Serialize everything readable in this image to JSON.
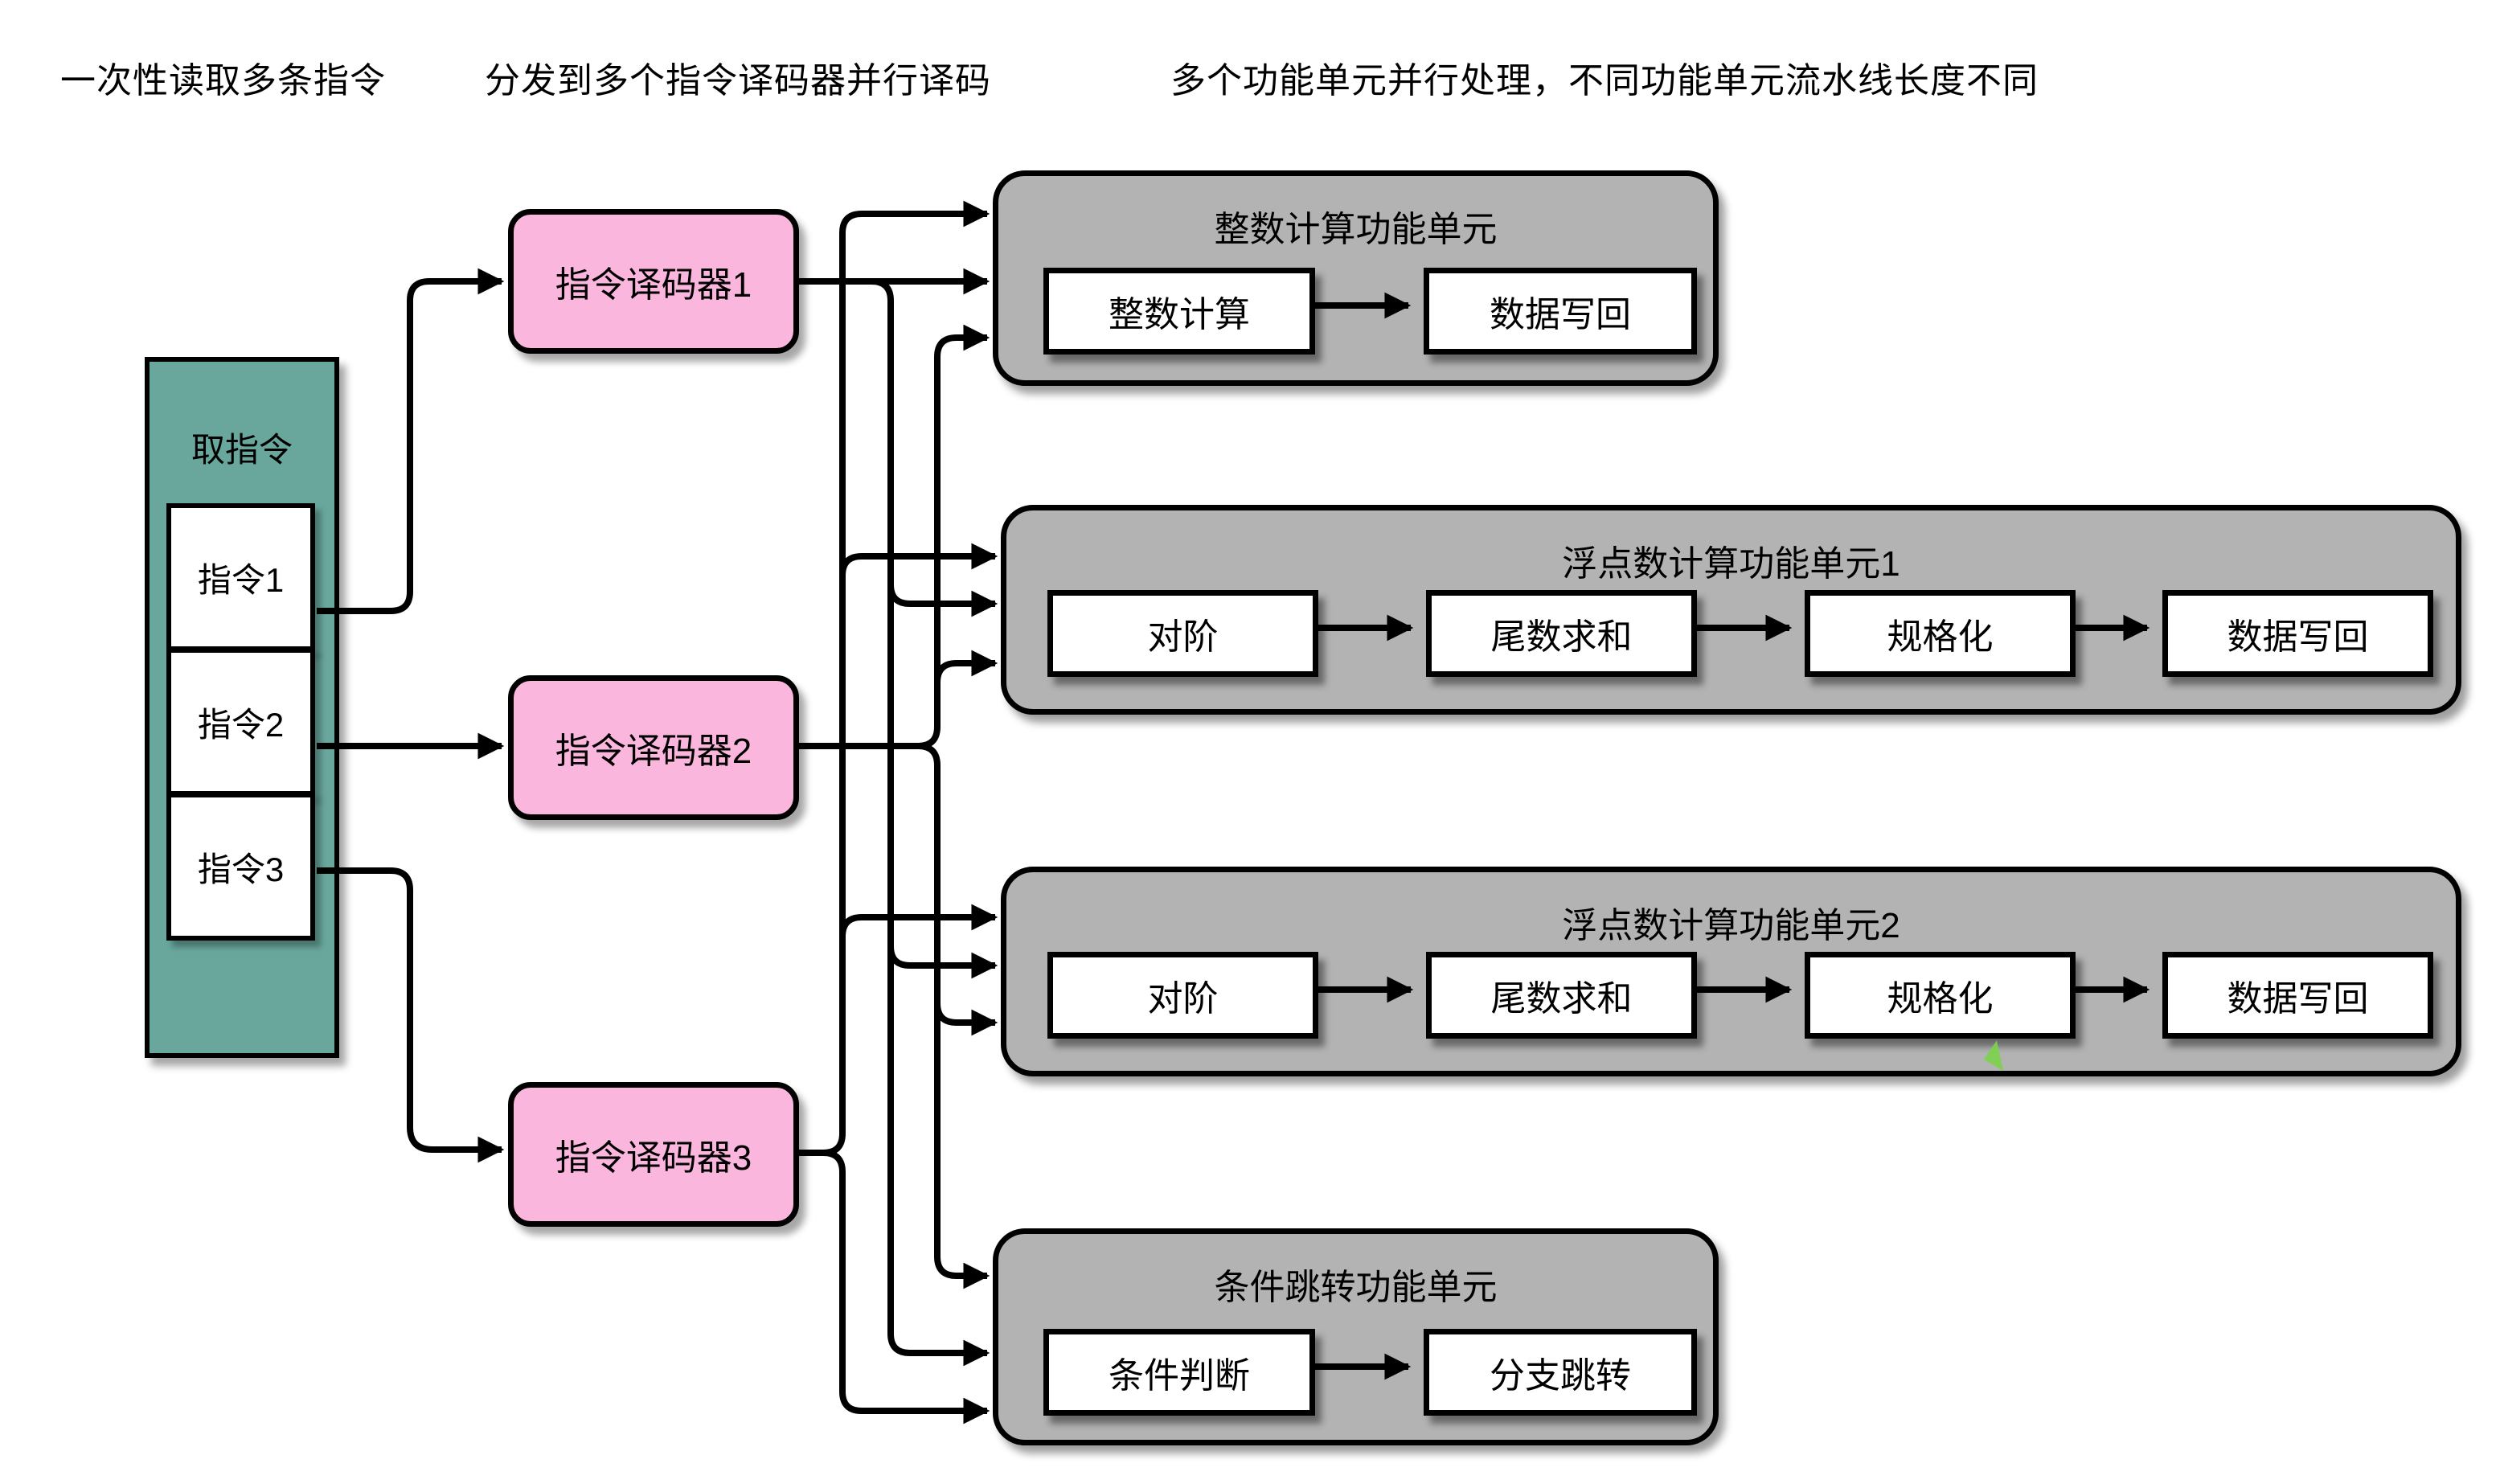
{
  "annotations": [
    "一次性读取多条指令",
    "分发到多个指令译码器并行译码",
    "多个功能单元并行处理，不同功能单元流水线长度不同"
  ],
  "fetch": {
    "title": "取指令",
    "instructions": [
      "指令1",
      "指令2",
      "指令3"
    ]
  },
  "decoders": [
    "指令译码器1",
    "指令译码器2",
    "指令译码器3"
  ],
  "units": [
    {
      "title": "整数计算功能单元",
      "stages": [
        "整数计算",
        "数据写回"
      ]
    },
    {
      "title": "浮点数计算功能单元1",
      "stages": [
        "对阶",
        "尾数求和",
        "规格化",
        "数据写回"
      ]
    },
    {
      "title": "浮点数计算功能单元2",
      "stages": [
        "对阶",
        "尾数求和",
        "规格化",
        "数据写回"
      ]
    },
    {
      "title": "条件跳转功能单元",
      "stages": [
        "条件判断",
        "分支跳转"
      ]
    }
  ],
  "colors": {
    "fetch_fill": "#69A79D",
    "decoder_fill": "#FBB6DE",
    "unit_fill": "#B3B3B3",
    "stage_fill": "#FFFFFF",
    "line": "#000000",
    "artifact_green": "#7BD34A"
  }
}
